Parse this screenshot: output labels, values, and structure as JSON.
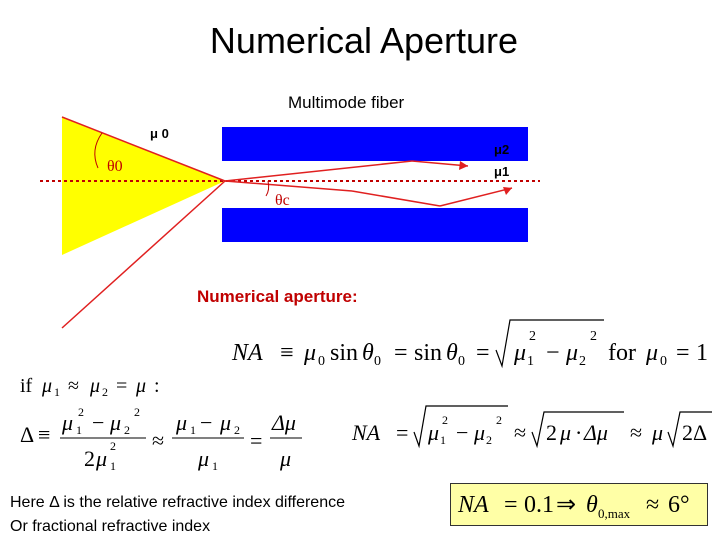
{
  "title": "Numerical Aperture",
  "diagram": {
    "fiber_label": "Multimode fiber",
    "mu0": "μ 0",
    "mu2": "μ2",
    "mu1": "μ1",
    "theta0": "θ0",
    "thetac": "θc",
    "colors": {
      "cone": "#ffff00",
      "cladding": "#0000ff",
      "ray": "#e02020",
      "axis": "#c00000"
    }
  },
  "na_label": "Numerical aperture:",
  "equations": {
    "na_def": {
      "lhs": "NA",
      "equiv": "≡",
      "mu0": "μ",
      "sub0": "0",
      "sin": "sin",
      "theta": "θ",
      "eq": "=",
      "mu1": "μ",
      "sub1": "1",
      "mu2": "μ",
      "sub2": "2",
      "sup": "2",
      "minus": "−",
      "for_text": "for",
      "one": "1"
    },
    "if_line": {
      "if": "if",
      "approx": "≈",
      "colon": ":"
    },
    "delta_def": {
      "delta": "Δ",
      "two": "2",
      "dmu": "Δμ"
    },
    "na_approx": {
      "dot": "·",
      "two_delta": "2Δ"
    },
    "result": {
      "lhs": "NA",
      "value": "0.1",
      "implies": "⇒",
      "sub": "0,max",
      "approx": "≈",
      "deg": "6°"
    }
  },
  "notes": [
    "Here Δ is the relative refractive index difference",
    "Or fractional refractive index"
  ]
}
